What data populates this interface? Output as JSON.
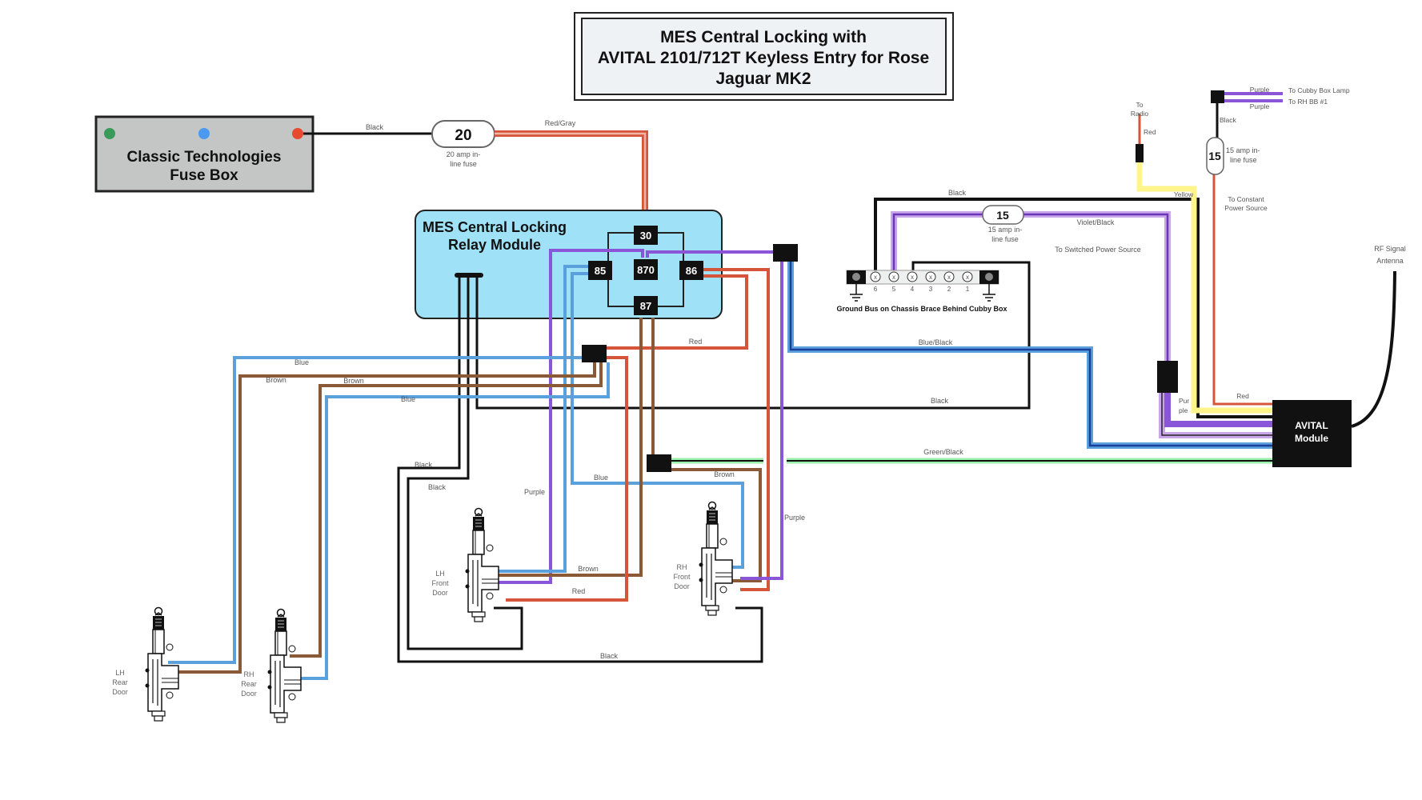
{
  "title": {
    "line1": "MES Central Locking with",
    "line2": "AVITAL 2101/712T Keyless Entry for Rose",
    "line3": "Jaguar MK2"
  },
  "fuse_box": {
    "line1": "Classic Technologies",
    "line2": "Fuse Box",
    "indicator_colors": [
      "#3a9a5a",
      "#4a9af0",
      "#e84a30"
    ]
  },
  "fuse_20": {
    "value": "20",
    "caption_line1": "20 amp in-",
    "caption_line2": "line fuse"
  },
  "fuse_15_switched": {
    "value": "15",
    "caption_line1": "15 amp in-",
    "caption_line2": "line fuse"
  },
  "fuse_15_constant": {
    "value": "15",
    "caption_line1": "15 amp in-",
    "caption_line2": "line fuse"
  },
  "relay_module": {
    "title_line1": "MES Central Locking",
    "title_line2": "Relay Module",
    "terminals": [
      "30",
      "85",
      "870",
      "86",
      "87"
    ]
  },
  "ground_bus": {
    "caption": "Ground Bus on Chassis Brace Behind Cubby Box",
    "terminal_numbers": [
      "6",
      "5",
      "4",
      "3",
      "2",
      "1"
    ],
    "terminal_mark": "x"
  },
  "avital": {
    "line1": "AVITAL",
    "line2": "Module"
  },
  "antenna": {
    "line1": "RF Signal",
    "line2": "Antenna"
  },
  "wire_labels": {
    "black_fusebox": "Black",
    "red_gray": "Red/Gray",
    "black_top": "Black",
    "violet_black": "Violet/Black",
    "switched_power": "To Switched Power Source",
    "to_radio_1": "To",
    "to_radio_2": "Radio",
    "red_radio": "Red",
    "yellow": "Yellow",
    "black_right": "Black",
    "purple_1": "Purple",
    "purple_2": "Purple",
    "to_cubby": "To Cubby Box Lamp",
    "to_rhbb": "To RH BB #1",
    "constant_1": "To Constant",
    "constant_2": "Power Source",
    "blue_black": "Blue/Black",
    "black_mid": "Black",
    "red_avital": "Red",
    "purple_avital_1": "Pur",
    "purple_avital_2": "ple",
    "green_black": "Green/Black",
    "red_relay": "Red",
    "blue_1": "Blue",
    "brown_1": "Brown",
    "brown_2": "Brown",
    "blue_2": "Blue",
    "black_1": "Black",
    "black_2": "Black",
    "purple_lh": "Purple",
    "blue_3": "Blue",
    "brown_3": "Brown",
    "purple_rh": "Purple",
    "brown_lh": "Brown",
    "red_lh": "Red",
    "black_bottom": "Black"
  },
  "doors": {
    "lh_front": [
      "LH",
      "Front",
      "Door"
    ],
    "rh_front": [
      "RH",
      "Front",
      "Door"
    ],
    "lh_rear": [
      "LH",
      "Rear",
      "Door"
    ],
    "rh_rear": [
      "RH",
      "Rear",
      "Door"
    ]
  },
  "wire_colors": {
    "black": "#111111",
    "red": "#d4553a",
    "red_light": "#f2b5a5",
    "blue": "#5aa0dc",
    "blue_dark": "#1a3f9a",
    "brown": "#8a5a38",
    "purple": "#8a55d6",
    "purple_light": "#c9a6ea",
    "yellow": "#fff58a",
    "green": "#9af0a8",
    "relay_fill": "#9fe2f8",
    "fusebox_fill": "#c4c6c6",
    "title_fill": "#eef2f4"
  }
}
